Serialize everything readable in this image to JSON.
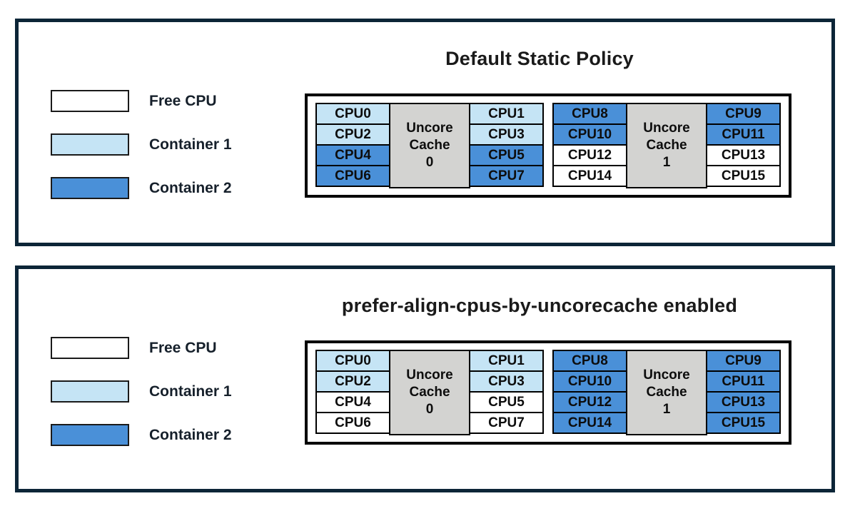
{
  "colors": {
    "free": "#FFFFFF",
    "container1": "#C5E4F5",
    "container2": "#4A90D8",
    "cache_fill": "#D3D3D1",
    "panel_border": "#0C2537",
    "cell_border": "#000000"
  },
  "panels": [
    {
      "title": "Default Static Policy",
      "legend": [
        {
          "label": "Free CPU",
          "state": "free"
        },
        {
          "label": "Container 1",
          "state": "c1"
        },
        {
          "label": "Container 2",
          "state": "c2"
        }
      ],
      "blocks": [
        {
          "cache_lines": [
            "Uncore",
            "Cache",
            "0"
          ],
          "left": [
            {
              "label": "CPU0",
              "state": "c1"
            },
            {
              "label": "CPU2",
              "state": "c1"
            },
            {
              "label": "CPU4",
              "state": "c2"
            },
            {
              "label": "CPU6",
              "state": "c2"
            }
          ],
          "right": [
            {
              "label": "CPU1",
              "state": "c1"
            },
            {
              "label": "CPU3",
              "state": "c1"
            },
            {
              "label": "CPU5",
              "state": "c2"
            },
            {
              "label": "CPU7",
              "state": "c2"
            }
          ]
        },
        {
          "cache_lines": [
            "Uncore",
            "Cache",
            "1"
          ],
          "left": [
            {
              "label": "CPU8",
              "state": "c2"
            },
            {
              "label": "CPU10",
              "state": "c2"
            },
            {
              "label": "CPU12",
              "state": "free"
            },
            {
              "label": "CPU14",
              "state": "free"
            }
          ],
          "right": [
            {
              "label": "CPU9",
              "state": "c2"
            },
            {
              "label": "CPU11",
              "state": "c2"
            },
            {
              "label": "CPU13",
              "state": "free"
            },
            {
              "label": "CPU15",
              "state": "free"
            }
          ]
        }
      ]
    },
    {
      "title": "prefer-align-cpus-by-uncorecache enabled",
      "legend": [
        {
          "label": "Free CPU",
          "state": "free"
        },
        {
          "label": "Container 1",
          "state": "c1"
        },
        {
          "label": "Container 2",
          "state": "c2"
        }
      ],
      "blocks": [
        {
          "cache_lines": [
            "Uncore",
            "Cache",
            "0"
          ],
          "left": [
            {
              "label": "CPU0",
              "state": "c1"
            },
            {
              "label": "CPU2",
              "state": "c1"
            },
            {
              "label": "CPU4",
              "state": "free"
            },
            {
              "label": "CPU6",
              "state": "free"
            }
          ],
          "right": [
            {
              "label": "CPU1",
              "state": "c1"
            },
            {
              "label": "CPU3",
              "state": "c1"
            },
            {
              "label": "CPU5",
              "state": "free"
            },
            {
              "label": "CPU7",
              "state": "free"
            }
          ]
        },
        {
          "cache_lines": [
            "Uncore",
            "Cache",
            "1"
          ],
          "left": [
            {
              "label": "CPU8",
              "state": "c2"
            },
            {
              "label": "CPU10",
              "state": "c2"
            },
            {
              "label": "CPU12",
              "state": "c2"
            },
            {
              "label": "CPU14",
              "state": "c2"
            }
          ],
          "right": [
            {
              "label": "CPU9",
              "state": "c2"
            },
            {
              "label": "CPU11",
              "state": "c2"
            },
            {
              "label": "CPU13",
              "state": "c2"
            },
            {
              "label": "CPU15",
              "state": "c2"
            }
          ]
        }
      ]
    }
  ]
}
